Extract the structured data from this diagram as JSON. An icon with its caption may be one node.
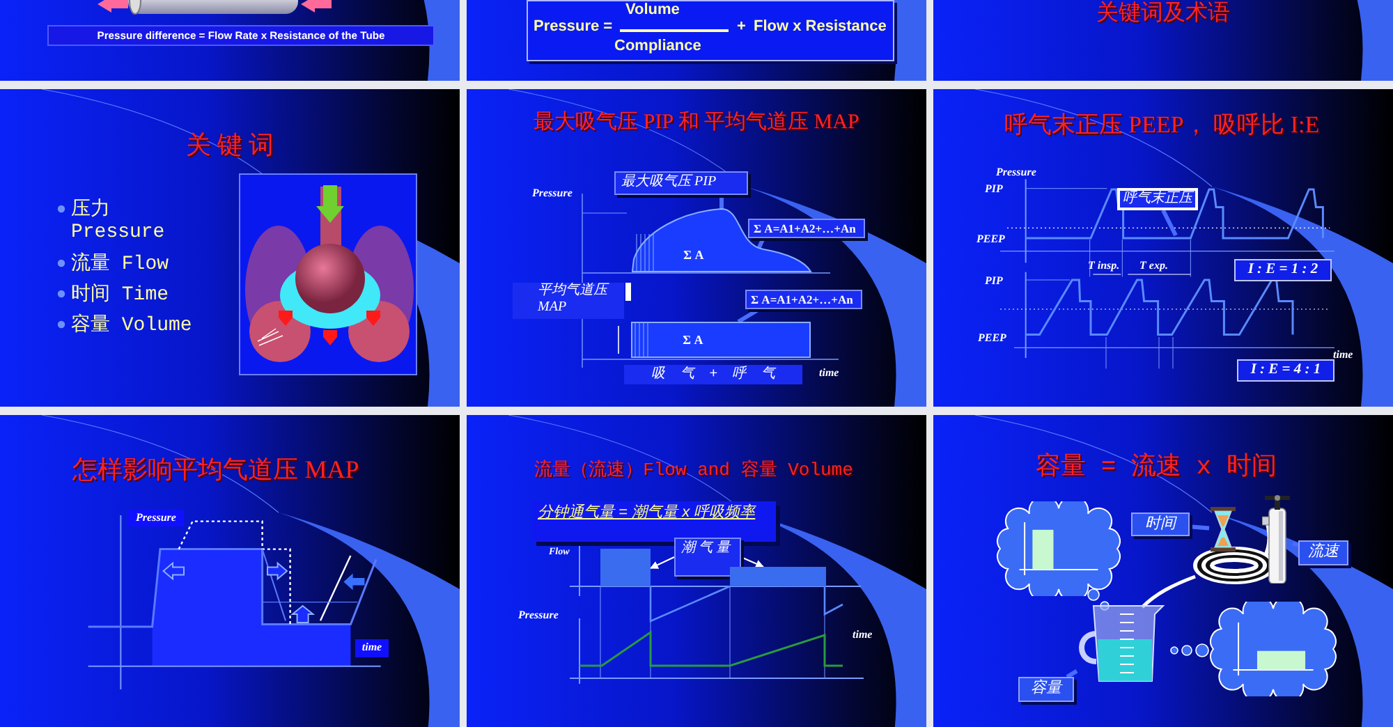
{
  "diagram": {
    "nodes": [
      {
        "text": [
          "Pressure difference = Flow Rate  x  Resistance of the Tube"
        ]
      },
      {
        "text": [
          "Volume",
          "Pressure =",
          "+",
          "Flow x  Resistance",
          "Compliance"
        ]
      },
      {
        "text": [
          "最大吸气压 PIP"
        ]
      },
      {
        "text": [
          "Σ A=A1+A2+…+An"
        ]
      },
      {
        "text": [
          "平均气道压 MAP"
        ]
      },
      {
        "text": [
          "Σ A=A1+A2+…+An"
        ]
      },
      {
        "text": [
          "吸 气 + 呼 气"
        ]
      },
      {
        "text": [
          "呼气末正压"
        ]
      },
      {
        "text": [
          "I : E = 1 : 2"
        ]
      },
      {
        "text": [
          "I : E = 4 : 1"
        ]
      },
      {
        "text": [
          "Pressure"
        ]
      },
      {
        "text": [
          "time"
        ]
      },
      {
        "text": [
          "分钟通气量 = 潮气量 x 呼吸频率"
        ]
      },
      {
        "text": [
          "潮 气 量"
        ]
      },
      {
        "text": [],
        "shape": "cloud"
      },
      {
        "text": [
          "时间"
        ]
      },
      {
        "text": [],
        "shape": "picture"
      },
      {
        "text": [],
        "shape": "picture"
      },
      {
        "text": [
          "流速"
        ]
      },
      {
        "text": [],
        "shape": "picture"
      },
      {
        "text": [],
        "shape": "cloud"
      },
      {
        "text": [
          "容量"
        ]
      },
      {
        "text": [
          "Σ A"
        ]
      },
      {
        "text": [
          "Σ A"
        ]
      },
      {
        "text": [],
        "shape": "bar"
      },
      {
        "text": [],
        "shape": "bar"
      }
    ],
    "edges": [
      {
        "from": 2,
        "to": 22,
        "arrow": "none"
      },
      {
        "from": 3,
        "to": 22,
        "arrow": "none"
      },
      {
        "from": 5,
        "to": 23,
        "arrow": "none"
      },
      {
        "from": 7,
        "to": null,
        "arrow": "none"
      },
      {
        "from": 13,
        "to": 24,
        "arrow": "to",
        "color": "#ffffff"
      },
      {
        "from": 13,
        "to": 25,
        "arrow": "to",
        "color": "#ffffff"
      },
      {
        "from": 15,
        "to": 16,
        "arrow": "none"
      },
      {
        "from": 18,
        "to": 17,
        "arrow": "none"
      },
      {
        "from": 21,
        "to": 19,
        "arrow": "none"
      }
    ],
    "labels": [
      "关键词及术语",
      "关 键 词",
      "压力 Pressure",
      "流量 Flow",
      "时间 Time",
      "容量 Volume",
      "最大吸气压 PIP 和 平均气道压 MAP",
      "Pressure",
      "time",
      "呼气末正压 PEEP， 吸呼比 I:E",
      "Pressure",
      "PIP",
      "PEEP",
      "T insp.",
      "T exp.",
      "PIP",
      "PEEP",
      "time",
      "怎样影响平均气道压 MAP",
      "流量（流速）Flow and 容量 Volume",
      "Flow",
      "Pressure",
      "time",
      "容量 = 流速 x 时间"
    ]
  }
}
